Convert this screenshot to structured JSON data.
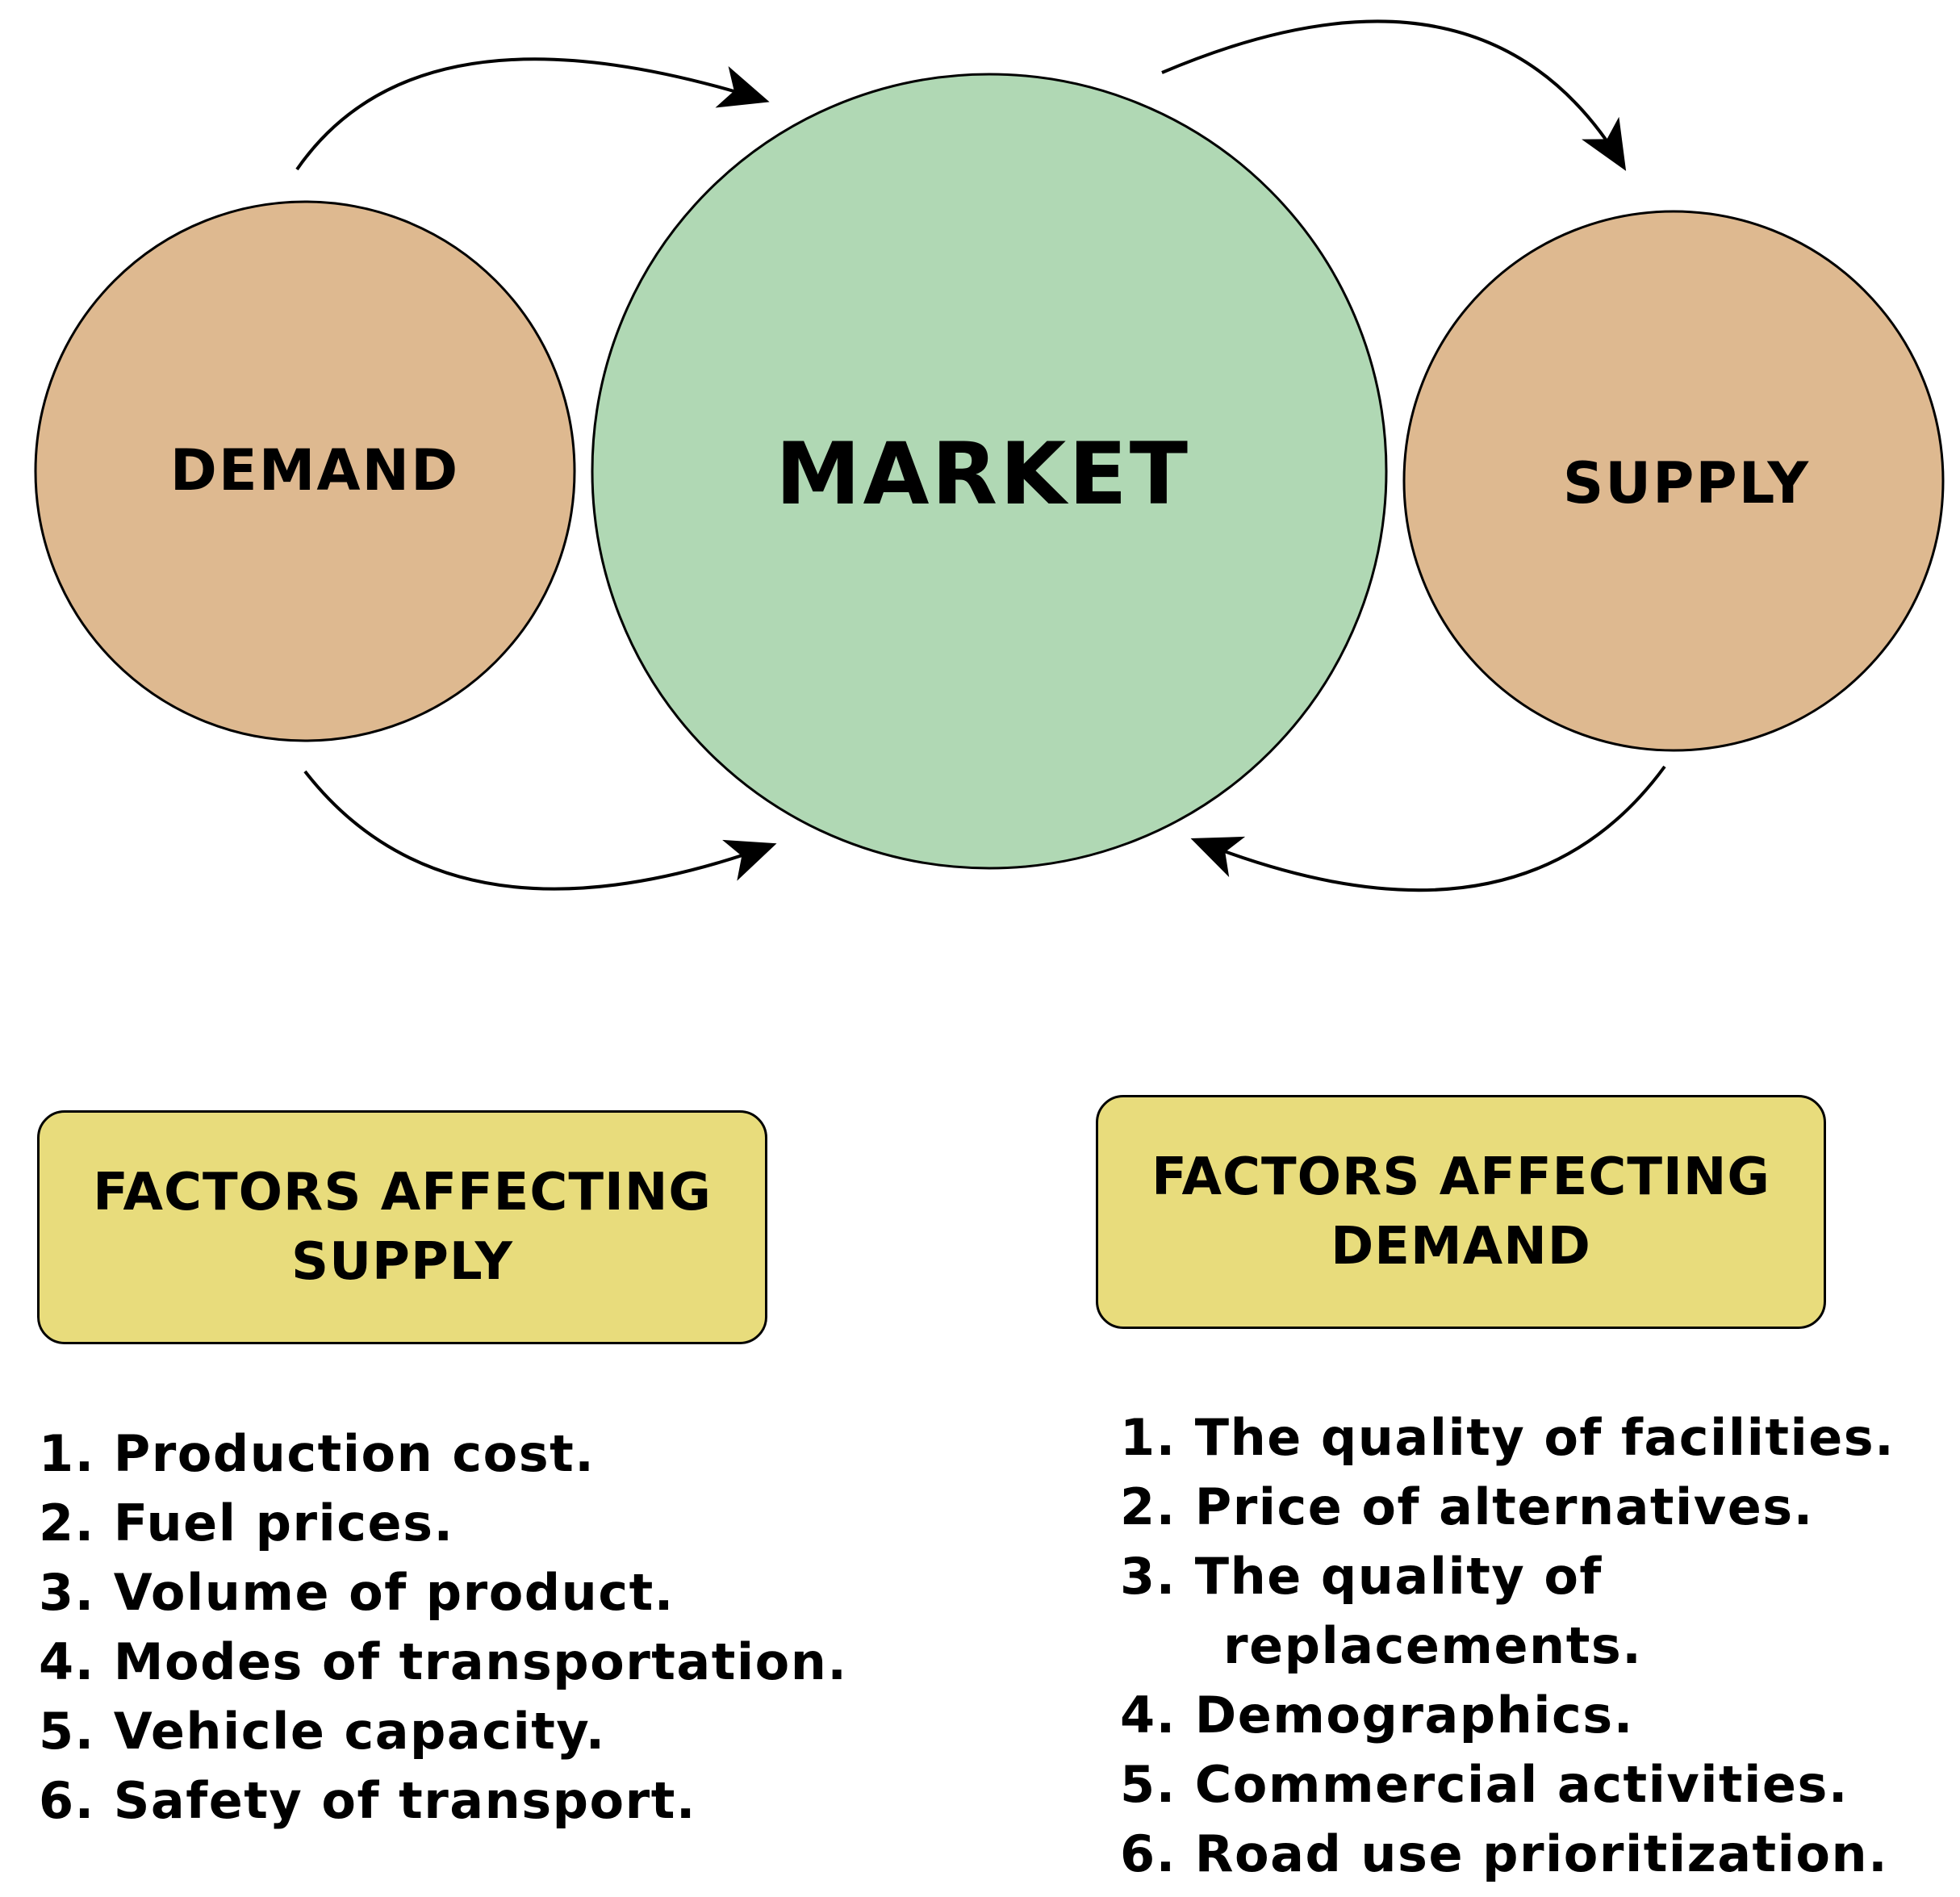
{
  "nodes": {
    "demand": "DEMAND",
    "market": "MARKET",
    "supply": "SUPPLY"
  },
  "supply_factors": {
    "title_line1": "FACTORS AFFECTING",
    "title_line2": "SUPPLY",
    "items": [
      "1. Production cost.",
      "2. Fuel prices.",
      "3. Volume of product.",
      "4. Modes of transportation.",
      "5. Vehicle capacity.",
      "6. Safety of transport."
    ]
  },
  "demand_factors": {
    "title_line1": "FACTORS AFFECTING",
    "title_line2": "DEMAND",
    "items": [
      "1. The quality of facilities.",
      "2. Price of alternatives.",
      "3. The quality of",
      "replacements.",
      "4. Demographics.",
      "5. Commercial activities.",
      "6. Road use prioritization."
    ]
  },
  "colors": {
    "demand_supply_fill": "#DEB990",
    "market_fill": "#B0D8B4",
    "factor_box_fill": "#E8DC7C",
    "stroke": "#000000"
  }
}
